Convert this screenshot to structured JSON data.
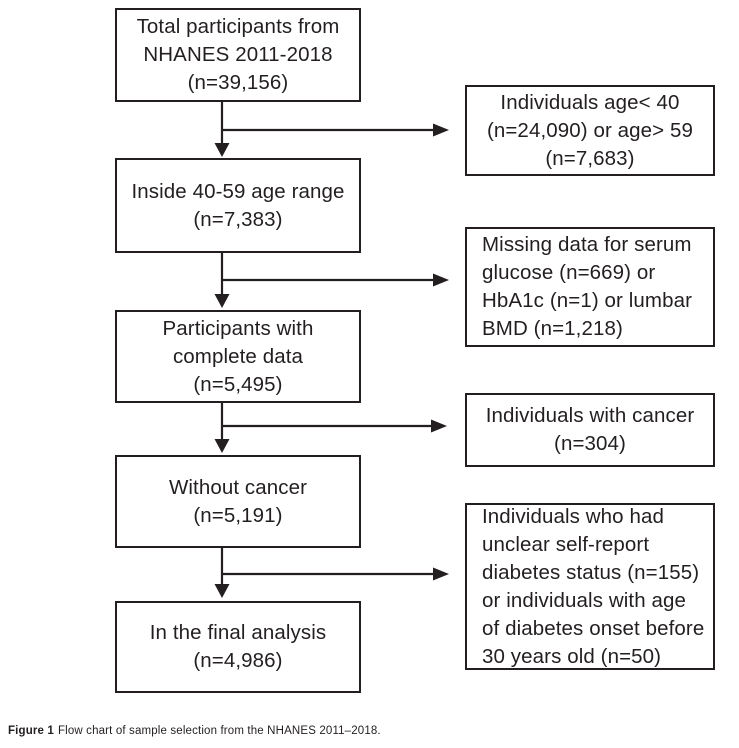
{
  "figure": {
    "caption_label": "Figure 1",
    "caption_text": "Flow chart of sample selection from the NHANES 2011–2018."
  },
  "flowchart": {
    "line_color": "#231f20",
    "background_color": "#ffffff",
    "main_boxes": [
      {
        "id": "total-participants",
        "lines": [
          "Total participants from",
          "NHANES 2011-2018",
          "(n=39,156)"
        ]
      },
      {
        "id": "age-range",
        "lines": [
          "Inside 40-59 age range",
          "(n=7,383)"
        ]
      },
      {
        "id": "complete-data",
        "lines": [
          "Participants with",
          "complete data",
          "(n=5,495)"
        ]
      },
      {
        "id": "without-cancer",
        "lines": [
          "Without cancer",
          "(n=5,191)"
        ]
      },
      {
        "id": "final-analysis",
        "lines": [
          "In the final analysis",
          "(n=4,986)"
        ]
      }
    ],
    "exclusion_boxes": [
      {
        "id": "excluded-age",
        "lines": [
          "Individuals age< 40",
          "(n=24,090) or age> 59",
          "(n=7,683)"
        ]
      },
      {
        "id": "excluded-missing-data",
        "lines": [
          "Missing data for serum",
          "glucose (n=669) or",
          "HbA1c (n=1) or lumbar",
          "BMD (n=1,218)"
        ]
      },
      {
        "id": "excluded-cancer",
        "lines": [
          "Individuals with cancer",
          "(n=304)"
        ]
      },
      {
        "id": "excluded-diabetes",
        "lines": [
          "Individuals who had",
          "unclear self-report",
          "diabetes status (n=155)",
          "or individuals with age",
          "of diabetes onset before",
          "30 years old (n=50)"
        ]
      }
    ]
  }
}
